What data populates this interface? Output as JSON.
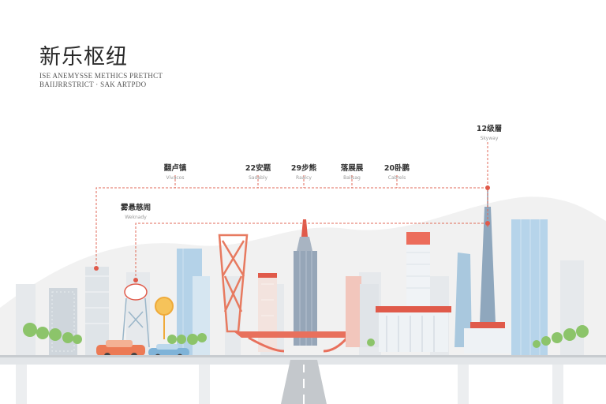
{
  "title": "新乐枢纽",
  "subtitle_line1": "ISE ANEMYSSE METHICS PRETHCT",
  "subtitle_line2": "BAIIJRRSTRICT · SAK ARTPDO",
  "markers": [
    {
      "id": "m1",
      "label": "12级層",
      "sub": "Skyway"
    },
    {
      "id": "m2",
      "label": "翻卢镇",
      "sub": "Vivacos"
    },
    {
      "id": "m3",
      "label": "22安题",
      "sub": "Sadably"
    },
    {
      "id": "m4",
      "label": "29步熊",
      "sub": "Raalcy"
    },
    {
      "id": "m5",
      "label": "落展展",
      "sub": "Balisag"
    },
    {
      "id": "m6",
      "label": "20卧鹏",
      "sub": "Cabrels"
    },
    {
      "id": "m7",
      "label": "雾悬慈闹",
      "sub": "Weknady"
    }
  ],
  "colors": {
    "accent_red": "#e05a4a",
    "dashed_line": "#e06a58",
    "road": "#b8bcc0",
    "tree": "#8cc46a",
    "glass_blue": "#a8cce6"
  }
}
